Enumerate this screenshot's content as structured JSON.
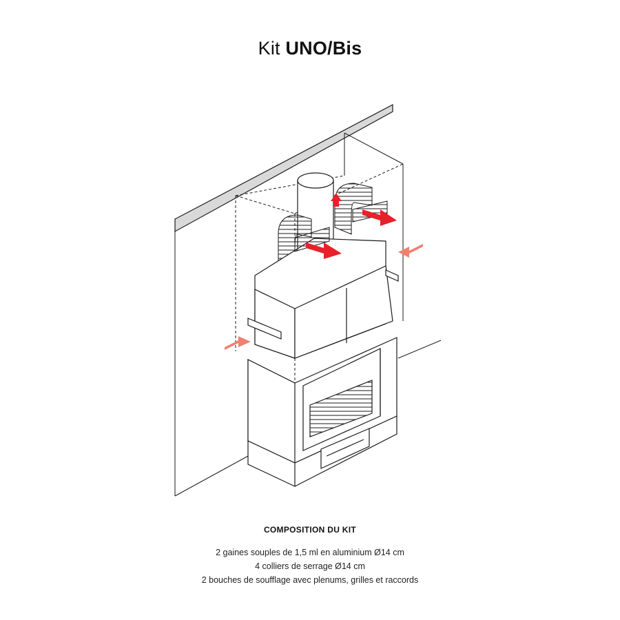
{
  "title": {
    "prefix": "Kit",
    "product": "UNO/Bis"
  },
  "diagram": {
    "subject": "fireplace-with-hot-air-ducting-kit",
    "colors": {
      "line": "#1a1a1a",
      "wall_fill": "#d9d9d9",
      "hot_air_arrow": "#e8202a",
      "intake_arrow": "#f08070"
    }
  },
  "composition": {
    "heading": "COMPOSITION DU KIT",
    "items": [
      "2 gaines souples de 1,5 ml en aluminium Ø14 cm",
      "4 colliers de serrage Ø14 cm",
      "2 bouches de soufflage avec plenums, grilles et raccords"
    ]
  }
}
